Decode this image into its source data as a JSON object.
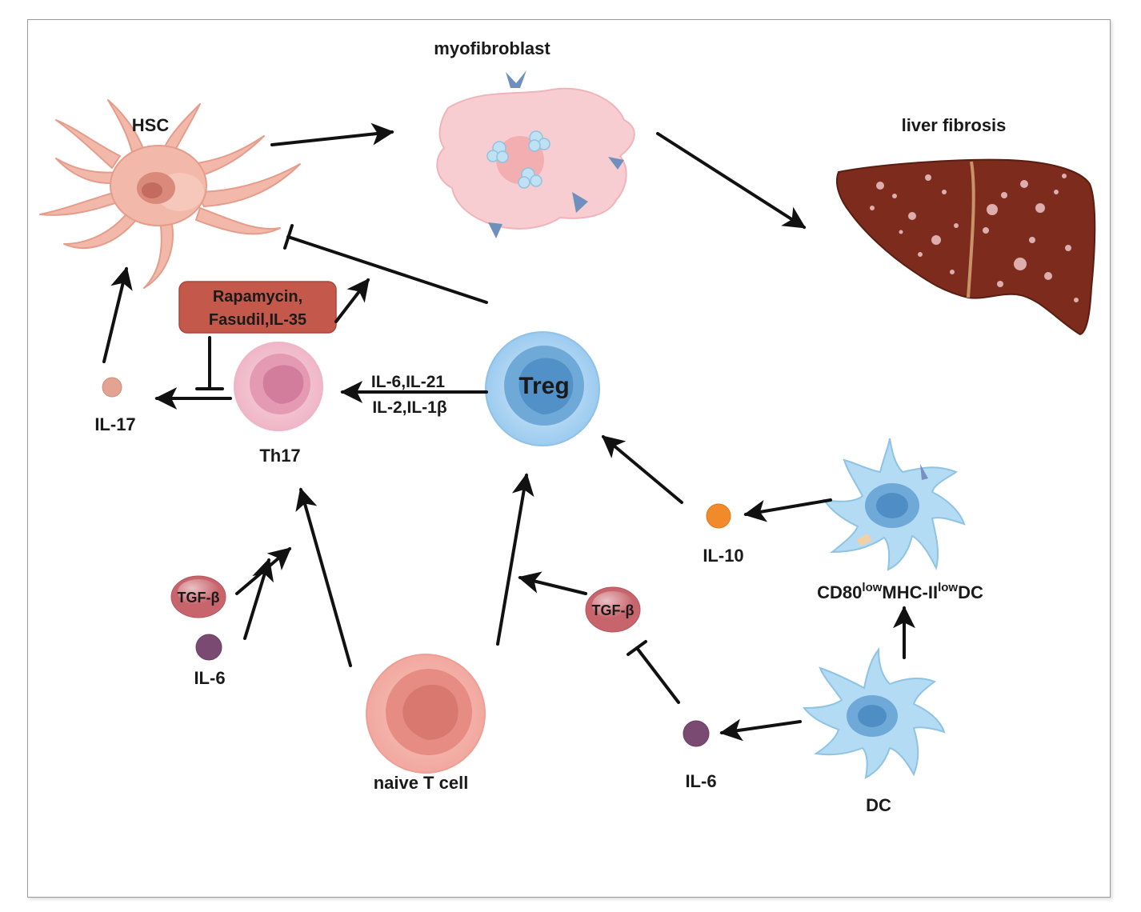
{
  "labels": {
    "myofibroblast": "myofibroblast",
    "hsc": "HSC",
    "liver_fibrosis": "liver fibrosis",
    "drug_line1": "Rapamycin,",
    "drug_line2": "Fasudil,IL-35",
    "il17": "IL-17",
    "th17": "Th17",
    "treg": "Treg",
    "cyto_line1": "IL-6,IL-21",
    "cyto_line2": "IL-2,IL-1β",
    "il10": "IL-10",
    "dc_tol_a": "CD80",
    "dc_tol_sup1": "low",
    "dc_tol_b": "MHC-II",
    "dc_tol_sup2": "low",
    "dc_tol_c": "DC",
    "tgfb_left": "TGF-β",
    "il6_left": "IL-6",
    "naive": "naive T cell",
    "tgfb_right": "TGF-β",
    "il6_right": "IL-6",
    "dc": "DC"
  },
  "colors": {
    "hsc": "#f2b6a6",
    "myofibroblast": "#f7c9cf",
    "liver": "#7a2a1c",
    "drug_box": "#c4584a",
    "th17": "#e89ab2",
    "treg": "#8ec3ea",
    "naive": "#f0a49a",
    "tgfb": "#c8646c",
    "il6": "#7a4a73",
    "il10": "#f08a2a",
    "il17": "#e0a090",
    "dc": "#a8d4f0"
  }
}
